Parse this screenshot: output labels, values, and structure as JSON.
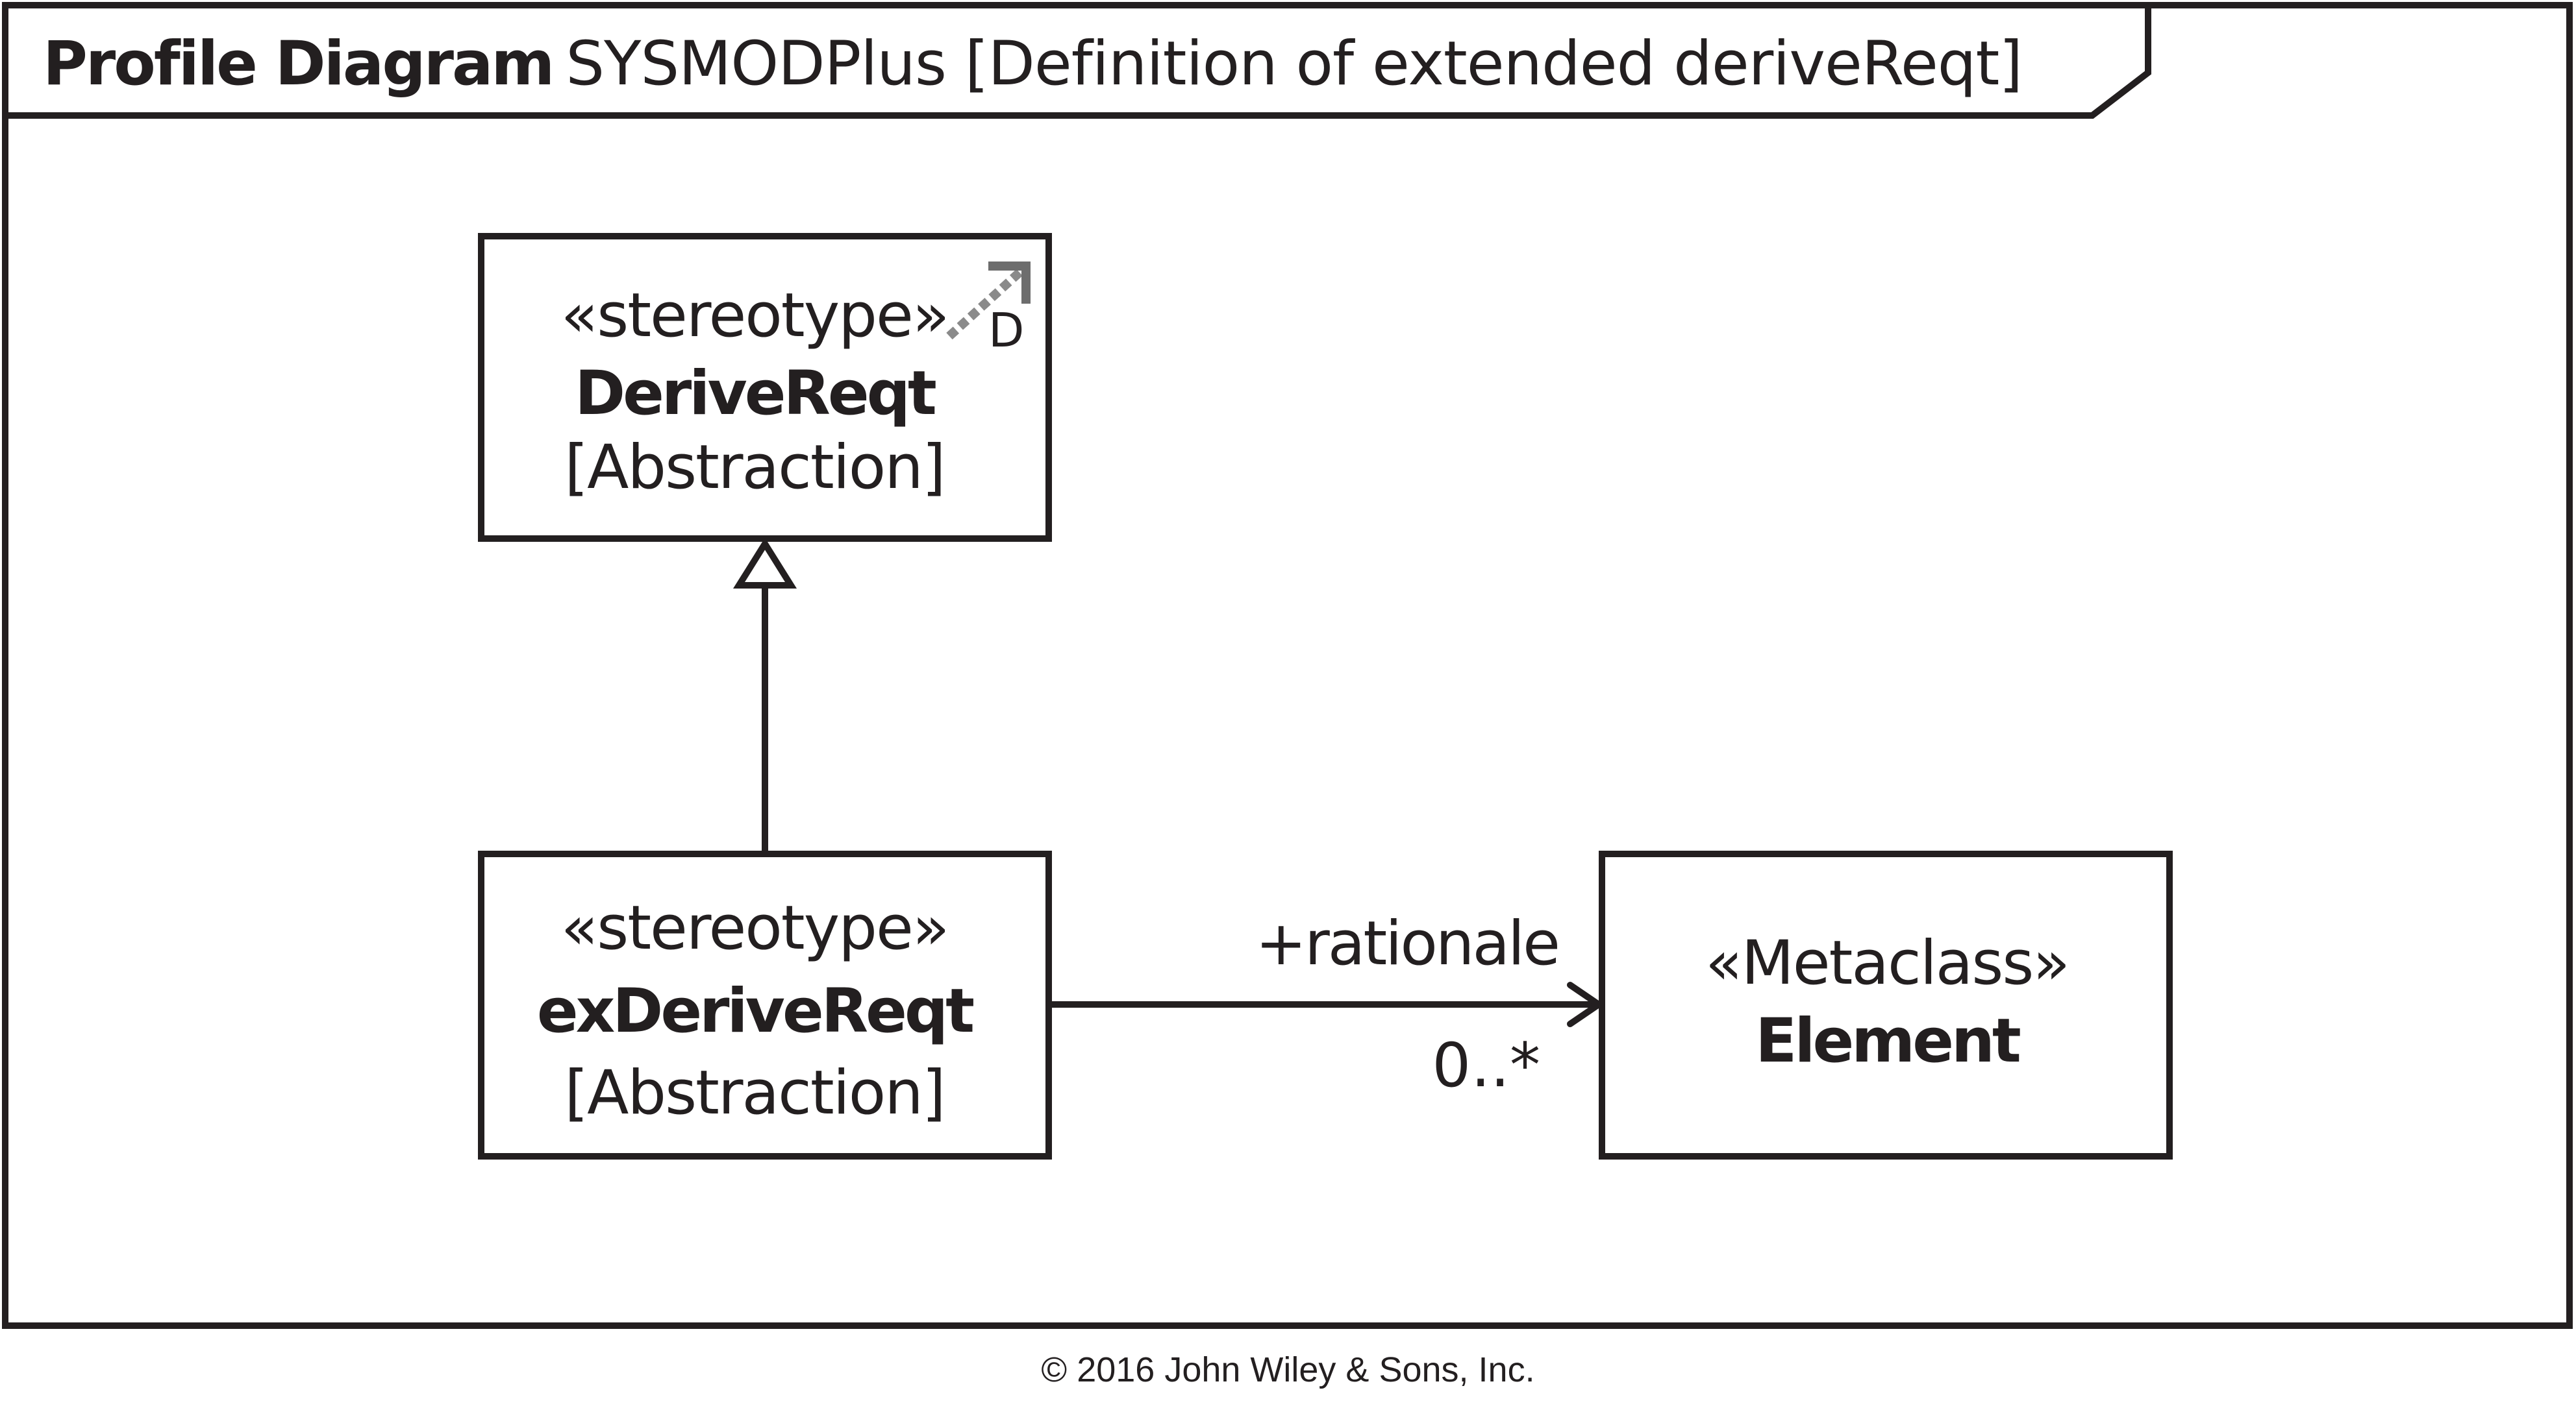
{
  "frame": {
    "kind": "Profile Diagram",
    "name": "SYSMODPlus [Definition of extended deriveReqt]"
  },
  "classes": {
    "derive_reqt": {
      "stereotype": "«stereotype»",
      "name": "DeriveReqt",
      "base": "[Abstraction]",
      "icon_letter": "D"
    },
    "ex_derive_reqt": {
      "stereotype": "«stereotype»",
      "name": "exDeriveReqt",
      "base": "[Abstraction]"
    },
    "element": {
      "stereotype": "«Metaclass»",
      "name": "Element"
    }
  },
  "association": {
    "role": "+rationale",
    "multiplicity": "0..*"
  },
  "footer": {
    "copyright": "© 2016 John Wiley & Sons, Inc."
  },
  "colors": {
    "line": "#231f20",
    "icon_gray": "#8a8a8a"
  }
}
